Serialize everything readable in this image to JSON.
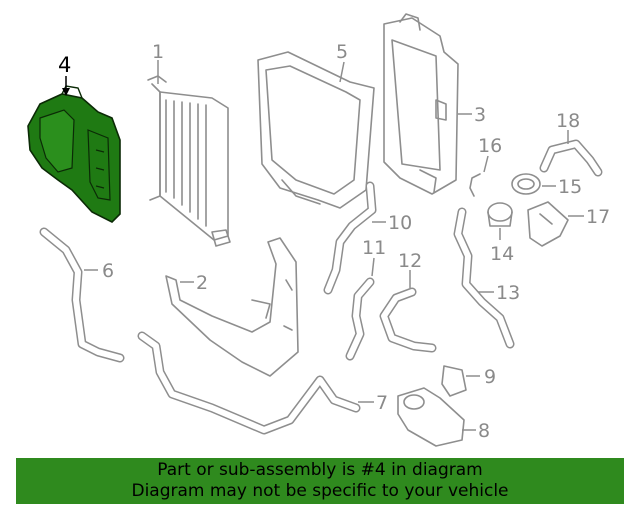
{
  "diagram": {
    "highlighted_part": "4",
    "callouts": [
      "1",
      "2",
      "3",
      "4",
      "5",
      "6",
      "7",
      "8",
      "9",
      "10",
      "11",
      "12",
      "13",
      "14",
      "15",
      "16",
      "17",
      "18"
    ],
    "colors": {
      "highlight_fill": "#1f7a13",
      "line": "#8e8e8e",
      "banner": "#2f8a1e"
    }
  },
  "banner": {
    "line1": "Part or sub-assembly is #4 in diagram",
    "line2": "Diagram may not be specific to your vehicle"
  }
}
